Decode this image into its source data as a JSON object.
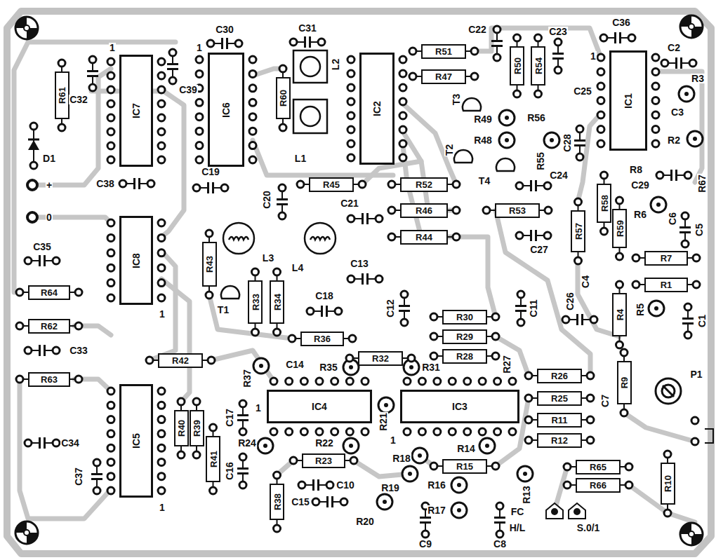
{
  "diagram": {
    "nodes": [
      {
        "text": [
          "IC7"
        ]
      },
      {
        "text": [
          "IC6"
        ]
      },
      {
        "text": [
          "IC2"
        ]
      },
      {
        "text": [
          "IC1"
        ]
      },
      {
        "text": [
          "IC8"
        ]
      },
      {
        "text": [
          "IC5"
        ]
      },
      {
        "text": [
          "IC4"
        ]
      },
      {
        "text": [
          "IC3"
        ]
      },
      {
        "text": [
          "R51"
        ]
      },
      {
        "text": [
          "R47"
        ]
      },
      {
        "text": [
          "R45"
        ]
      },
      {
        "text": [
          "R52"
        ]
      },
      {
        "text": [
          "R46"
        ]
      },
      {
        "text": [
          "R53"
        ]
      },
      {
        "text": [
          "R44"
        ]
      },
      {
        "text": [
          "R7"
        ]
      },
      {
        "text": [
          "R1"
        ]
      },
      {
        "text": [
          "R36"
        ]
      },
      {
        "text": [
          "R30"
        ]
      },
      {
        "text": [
          "R29"
        ]
      },
      {
        "text": [
          "R28"
        ]
      },
      {
        "text": [
          "R32"
        ]
      },
      {
        "text": [
          "R26"
        ]
      },
      {
        "text": [
          "R25"
        ]
      },
      {
        "text": [
          "R11"
        ]
      },
      {
        "text": [
          "R12"
        ]
      },
      {
        "text": [
          "R23"
        ]
      },
      {
        "text": [
          "R15"
        ]
      },
      {
        "text": [
          "R65"
        ]
      },
      {
        "text": [
          "R66"
        ]
      },
      {
        "text": [
          "R64"
        ]
      },
      {
        "text": [
          "R62"
        ]
      },
      {
        "text": [
          "R63"
        ]
      },
      {
        "text": [
          "R42"
        ]
      },
      {
        "text": [
          "R61"
        ]
      },
      {
        "text": [
          "R60"
        ]
      },
      {
        "text": [
          "R50"
        ]
      },
      {
        "text": [
          "R54"
        ]
      },
      {
        "text": [
          "R58"
        ]
      },
      {
        "text": [
          "R59"
        ]
      },
      {
        "text": [
          "R57"
        ]
      },
      {
        "text": [
          "R43"
        ]
      },
      {
        "text": [
          "R33"
        ]
      },
      {
        "text": [
          "R34"
        ]
      },
      {
        "text": [
          "R4"
        ]
      },
      {
        "text": [
          "R9"
        ]
      },
      {
        "text": [
          "R10"
        ]
      },
      {
        "text": [
          "R40"
        ]
      },
      {
        "text": [
          "R39"
        ]
      },
      {
        "text": [
          "R41"
        ]
      },
      {
        "text": [
          "R38"
        ]
      }
    ],
    "labels": [
      "1",
      "1",
      "1",
      "1",
      "1",
      "1",
      "1",
      "C30",
      "C31",
      "C39",
      "C22",
      "C23",
      "C36",
      "C2",
      "C25",
      "C3",
      "C32",
      "D1",
      "+",
      "0",
      "C38",
      "C35",
      "C33",
      "C34",
      "C37",
      "C19",
      "C20",
      "C21",
      "L3",
      "L4",
      "C13",
      "T1",
      "C18",
      "C12",
      "C11",
      "C14",
      "R37",
      "R35",
      "R31",
      "R27",
      "C17",
      "R24",
      "R21",
      "R22",
      "C16",
      "C10",
      "R18",
      "R14",
      "R19",
      "R20",
      "R16",
      "R17",
      "R13",
      "C15",
      "C9",
      "C8",
      "FC",
      "H/L",
      "S.0/1",
      "C7",
      "P1",
      "C26",
      "C4",
      "R5",
      "C1",
      "R6",
      "C6",
      "C5",
      "C27",
      "C24",
      "C28",
      "R55",
      "R56",
      "R49",
      "R48",
      "T3",
      "T2",
      "T4",
      "R3",
      "C29",
      "R8",
      "R2",
      "R67",
      "L1",
      "L2"
    ]
  }
}
